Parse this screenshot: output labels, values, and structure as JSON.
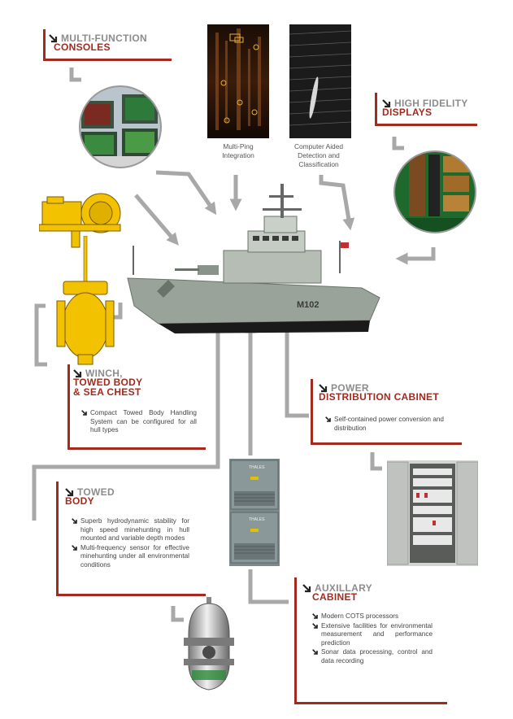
{
  "sections": {
    "consoles": {
      "line1": "MULTI-FUNCTION",
      "line2": "CONSOLES"
    },
    "displays": {
      "line1": "HIGH FIDELITY",
      "line2": "DISPLAYS"
    },
    "winch": {
      "line1": "WINCH,",
      "line2": "TOWED BODY",
      "line3": "& SEA CHEST",
      "bullets": [
        "Compact Towed Body Handling System can be configured for all hull types"
      ]
    },
    "power": {
      "line1": "POWER",
      "line2": "DISTRIBUTION CABINET",
      "bullets": [
        "Self-contained power conversion and distribution"
      ]
    },
    "towed_body": {
      "line1": "TOWED",
      "line2": "BODY",
      "bullets": [
        "Superb hydrodynamic stability for high speed minehunting in hull mounted and variable depth modes",
        "Multi-frequency sensor for effective minehunting under all environmental conditions"
      ]
    },
    "auxillary": {
      "line1": "AUXILLARY",
      "line2": "CABINET",
      "bullets": [
        "Modern COTS processors",
        "Extensive facilities for environmental measurement and performance prediction",
        "Sonar data processing, control and data recording"
      ]
    }
  },
  "captions": {
    "multi_ping": [
      "Multi-Ping",
      "Integration"
    ],
    "cadc": [
      "Computer Aided",
      "Detection and",
      "Classification"
    ]
  },
  "labels": {
    "hull_number": "M102",
    "thales": "THALES"
  },
  "colors": {
    "accent_red": "#a32a1e",
    "arrow_grey": "#9a9a9a",
    "equipment_yellow": "#f2c200"
  }
}
